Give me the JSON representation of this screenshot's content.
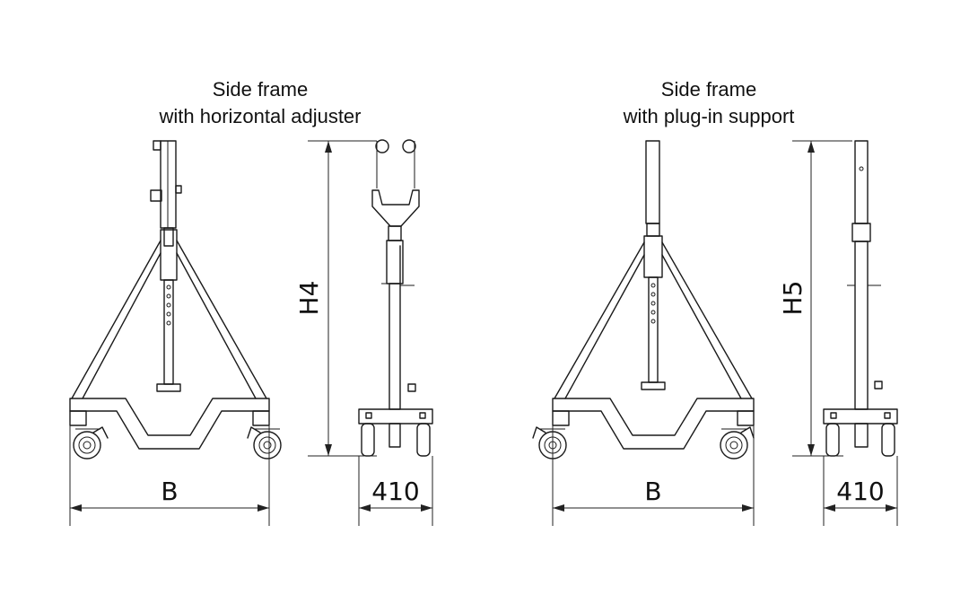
{
  "left": {
    "title_line1": "Side frame",
    "title_line2": "with horizontal adjuster",
    "width_label": "B",
    "depth_label": "410",
    "height_label": "H4"
  },
  "right": {
    "title_line1": "Side frame",
    "title_line2": "with plug-in support",
    "width_label": "B",
    "depth_label": "410",
    "height_label": "H5"
  }
}
